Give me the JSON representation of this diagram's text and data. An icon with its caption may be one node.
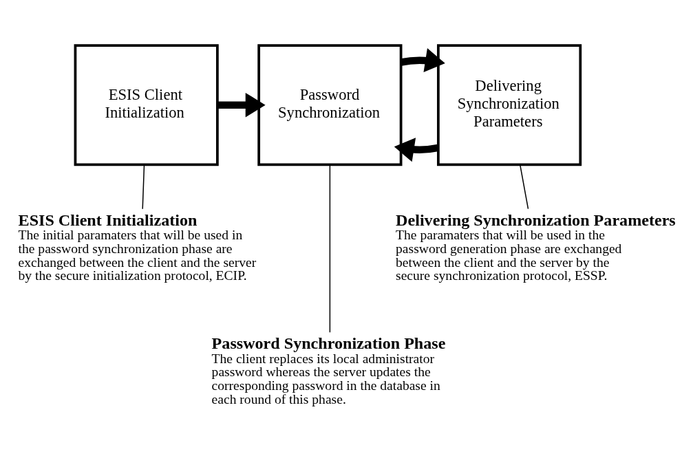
{
  "diagram": {
    "nodes": [
      {
        "text": [
          "ESIS Client Initialization"
        ]
      },
      {
        "text": [
          "Password Synchronization"
        ]
      },
      {
        "text": [
          "Delivering Synchronization Parameters"
        ]
      },
      {
        "text": [
          "ESIS Client Initialization",
          "The initial paramaters that will be used in the password synchronization phase are exchanged between the client and the server by the secure initialization protocol, ECIP."
        ]
      },
      {
        "text": [
          "Password Synchronization Phase",
          "The client replaces its local administrator password whereas the server updates the corresponding password in the database in each round of this phase."
        ]
      },
      {
        "text": [
          "Delivering Synchronization Parameters",
          "The paramaters that will be used in the password generation phase are exchanged between the client and the server by the secure synchronization protocol, ESSP."
        ]
      }
    ],
    "edges": [
      {
        "from": 0,
        "to": 1,
        "arrow": "to",
        "style": "thick"
      },
      {
        "from": 1,
        "to": 2,
        "arrow": "to",
        "style": "thick"
      },
      {
        "from": 2,
        "to": 1,
        "arrow": "to",
        "style": "thick"
      },
      {
        "from": 3,
        "to": 0,
        "arrow": "none"
      },
      {
        "from": 4,
        "to": 1,
        "arrow": "none"
      },
      {
        "from": 5,
        "to": 2,
        "arrow": "none"
      }
    ]
  }
}
